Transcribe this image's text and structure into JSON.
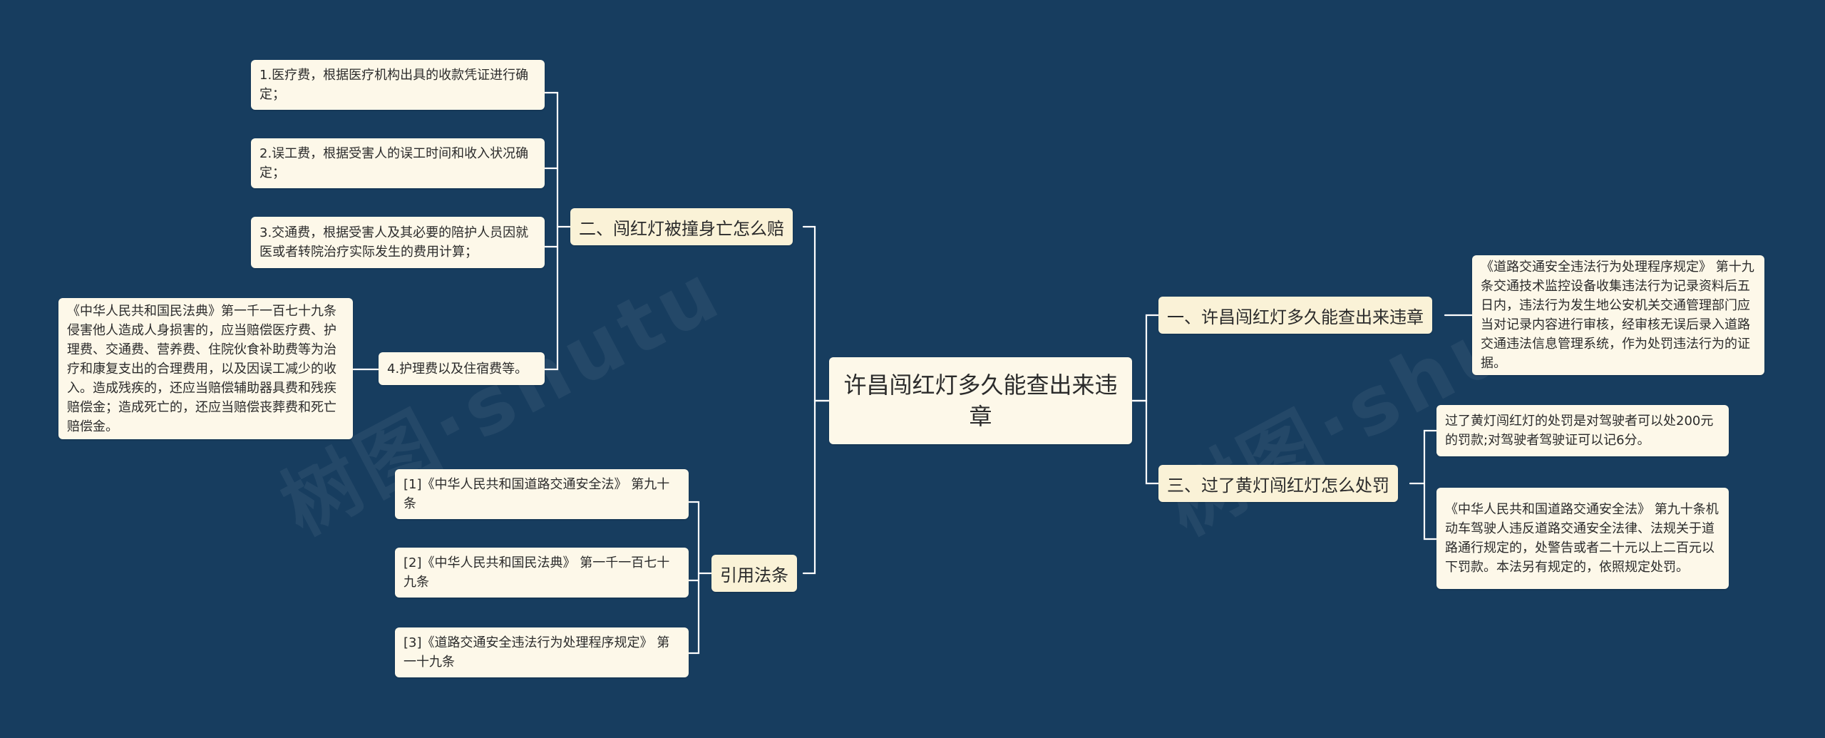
{
  "root": {
    "text": "许昌闯红灯多久能查出来违章"
  },
  "branches": {
    "b1": {
      "label": "二、闯红灯被撞身亡怎么赔"
    },
    "b2": {
      "label": "引用法条"
    },
    "b3": {
      "label": "一、许昌闯红灯多久能查出来违章"
    },
    "b4": {
      "label": "三、过了黄灯闯红灯怎么处罚"
    }
  },
  "leaves": {
    "l1": "1.医疗费，根据医疗机构出具的收款凭证进行确定；",
    "l2": "2.误工费，根据受害人的误工时间和收入状况确定；",
    "l3": "3.交通费，根据受害人及其必要的陪护人员因就医或者转院治疗实际发生的费用计算；",
    "l4": "4.护理费以及住宿费等。",
    "l4a": "《中华人民共和国民法典》第一千一百七十九条侵害他人造成人身损害的，应当赔偿医疗费、护理费、交通费、营养费、住院伙食补助费等为治疗和康复支出的合理费用，以及因误工减少的收入。造成残疾的，还应当赔偿辅助器具费和残疾赔偿金；造成死亡的，还应当赔偿丧葬费和死亡赔偿金。",
    "r1": "[1]《中华人民共和国道路交通安全法》 第九十条",
    "r2": "[2]《中华人民共和国民法典》 第一千一百七十九条",
    "r3": "[3]《道路交通安全违法行为处理程序规定》 第一十九条",
    "a1": "《道路交通安全违法行为处理程序规定》 第十九条交通技术监控设备收集违法行为记录资料后五日内，违法行为发生地公安机关交通管理部门应当对记录内容进行审核，经审核无误后录入道路交通违法信息管理系统，作为处罚违法行为的证据。",
    "c1": "过了黄灯闯红灯的处罚是对驾驶者可以处200元的罚款;对驾驶者驾驶证可以记6分。",
    "c2": "《中华人民共和国道路交通安全法》 第九十条机动车驾驶人违反道路交通安全法律、法规关于道路通行规定的，处警告或者二十元以上二百元以下罚款。本法另有规定的，依照规定处罚。"
  },
  "colors": {
    "background": "#173d5f",
    "node": "#fdf8e9",
    "line": "#ffffff"
  }
}
